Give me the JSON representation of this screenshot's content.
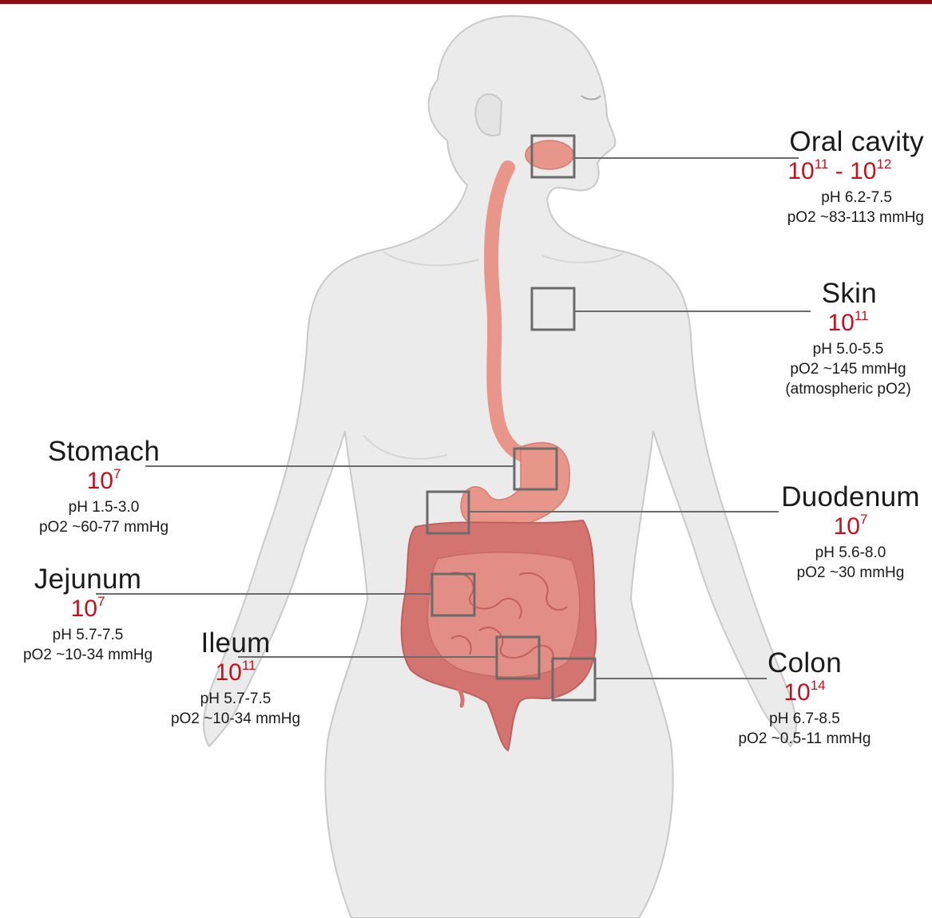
{
  "colors": {
    "top_bar": "#8b0d14",
    "count_red": "#c1121f",
    "body_fill": "#ebebeb",
    "body_outline": "#c9c9c9",
    "gi_tract": "#e8958a",
    "intestine": "#d47470",
    "marker_box": "#6b6b6b"
  },
  "regions": {
    "oral": {
      "name": "Oral cavity",
      "count_lo_base": "10",
      "count_lo_exp": "11",
      "count_sep": " - ",
      "count_hi_base": "10",
      "count_hi_exp": "12",
      "ph": "pH 6.2-7.5",
      "po2": "pO2 ~83-113 mmHg"
    },
    "skin": {
      "name": "Skin",
      "count_base": "10",
      "count_exp": "11",
      "ph": "pH 5.0-5.5",
      "po2": "pO2 ~145 mmHg",
      "note": "(atmospheric pO2)"
    },
    "stomach": {
      "name": "Stomach",
      "count_base": "10",
      "count_exp": "7",
      "ph": "pH 1.5-3.0",
      "po2": "pO2 ~60-77 mmHg"
    },
    "duodenum": {
      "name": "Duodenum",
      "count_base": "10",
      "count_exp": "7",
      "ph": "pH 5.6-8.0",
      "po2": "pO2 ~30 mmHg"
    },
    "jejunum": {
      "name": "Jejunum",
      "count_base": "10",
      "count_exp": "7",
      "ph": "pH 5.7-7.5",
      "po2": "pO2 ~10-34 mmHg"
    },
    "ileum": {
      "name": "Ileum",
      "count_base": "10",
      "count_exp": "11",
      "ph": "pH 5.7-7.5",
      "po2": "pO2 ~10-34 mmHg"
    },
    "colon": {
      "name": "Colon",
      "count_base": "10",
      "count_exp": "14",
      "ph": "pH 6.7-8.5",
      "po2": "pO2 ~0.5-11 mmHg"
    }
  }
}
